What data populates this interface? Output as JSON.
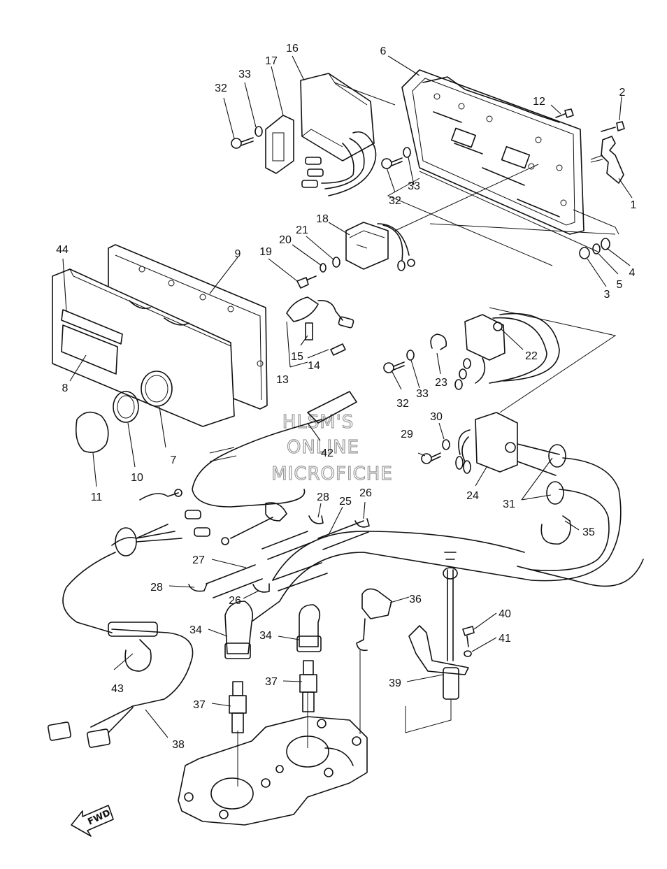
{
  "watermark": {
    "line1": "HLSM'S",
    "line2": "ONLINE",
    "line3": "MICROFICHE"
  },
  "direction_label": "FWD",
  "callouts": [
    "1",
    "2",
    "3",
    "4",
    "5",
    "6",
    "7",
    "8",
    "9",
    "10",
    "11",
    "12",
    "13",
    "14",
    "15",
    "16",
    "17",
    "18",
    "19",
    "20",
    "21",
    "22",
    "23",
    "24",
    "25",
    "26",
    "26",
    "27",
    "28",
    "28",
    "29",
    "30",
    "31",
    "32",
    "32",
    "32",
    "33",
    "33",
    "33",
    "34",
    "34",
    "35",
    "36",
    "37",
    "37",
    "38",
    "39",
    "40",
    "41",
    "42",
    "43",
    "44"
  ]
}
